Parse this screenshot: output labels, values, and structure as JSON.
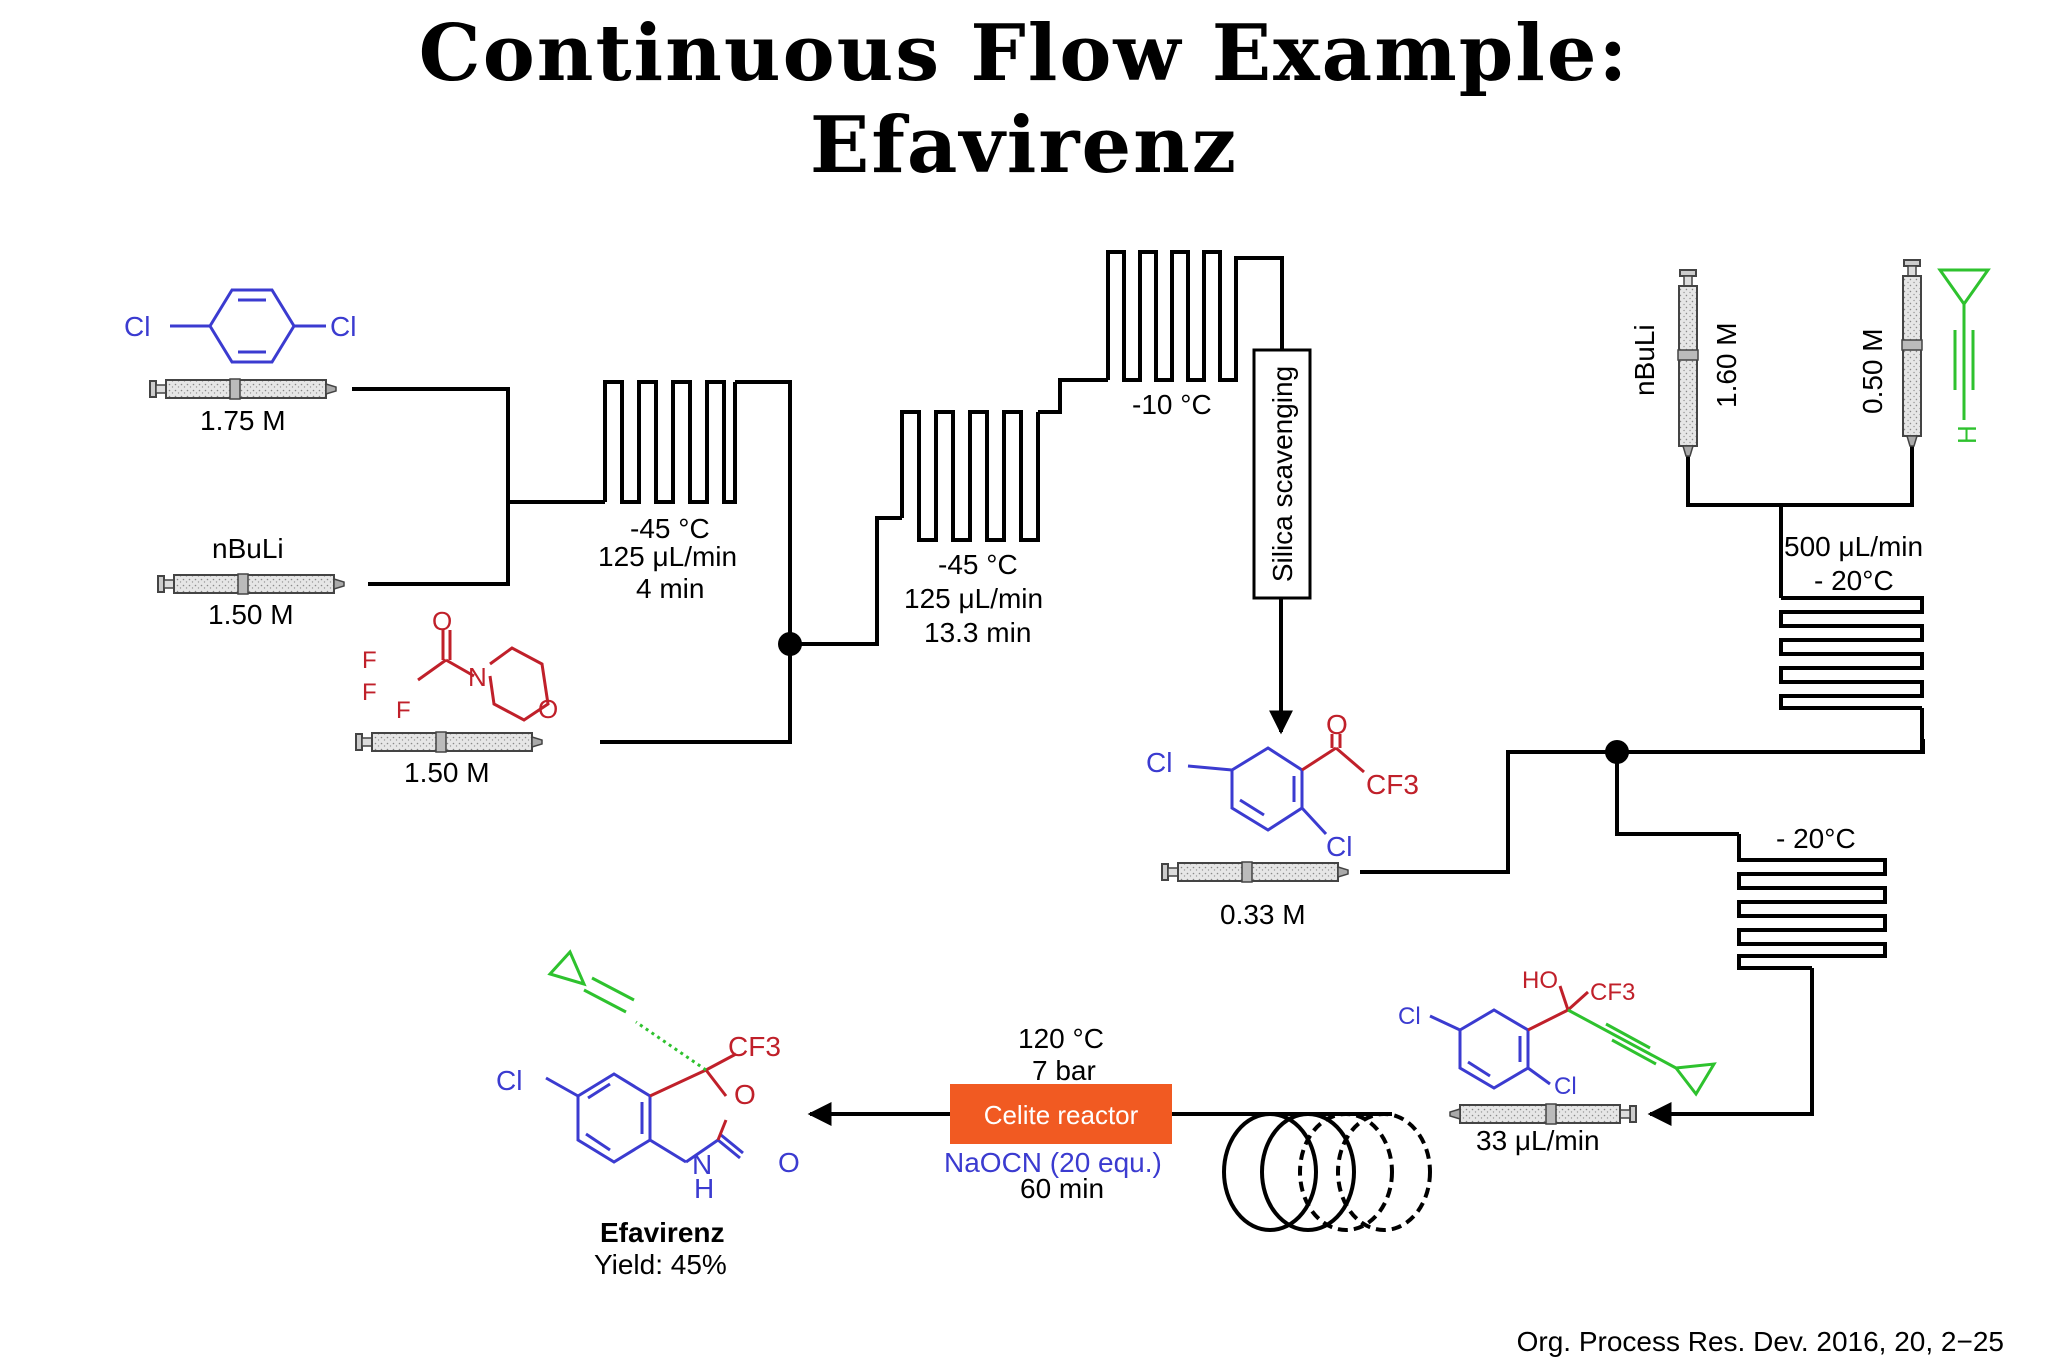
{
  "title_line1": "Continuous Flow Example:",
  "title_line2": "Efavirenz",
  "citation": "Org. Process Res. Dev. 2016, 20, 2−25",
  "feeds": {
    "dichlorobenzene": {
      "conc": "1.75 M",
      "atom_left": "Cl",
      "atom_right": "Cl"
    },
    "nbuli_1": {
      "reagent": "nBuLi",
      "conc": "1.50 M"
    },
    "morpholine_amide": {
      "conc": "1.50 M",
      "atom_O": "O",
      "atom_N": "N",
      "atom_O_ring": "O",
      "atom_F1": "F",
      "atom_F2": "F",
      "atom_F3": "F"
    },
    "nbuli_2": {
      "reagent": "nBuLi",
      "conc": "1.60 M"
    },
    "alkyne": {
      "conc": "0.50 M",
      "atom_H": "H"
    },
    "ketone": {
      "conc": "0.33 M",
      "atom_Cl1": "Cl",
      "atom_Cl2": "Cl",
      "atom_O": "O",
      "atom_CF3": "CF3"
    },
    "alcohol": {
      "rate": "33 μL/min",
      "atom_HO": "HO",
      "atom_CF3": "CF3",
      "atom_Cl1": "Cl",
      "atom_Cl2": "Cl"
    }
  },
  "reactors": {
    "r1": {
      "temp": "-45 °C",
      "rate": "125 μL/min",
      "time": "4 min"
    },
    "r2": {
      "temp": "-45 °C",
      "rate": "125 μL/min",
      "time": "13.3 min"
    },
    "r3": {
      "temp": "-10 °C"
    },
    "scavenger": "Silica scavenging",
    "r4": {
      "rate": "500 μL/min",
      "temp": "- 20°C"
    },
    "r5": {
      "temp": "- 20°C"
    },
    "celite": {
      "temp": "120 °C",
      "pressure": "7 bar",
      "label": "Celite reactor",
      "reagent": "NaOCN (20 equ.)",
      "time": "60 min"
    }
  },
  "product": {
    "name": "Efavirenz",
    "yield": "Yield: 45%",
    "atom_Cl": "Cl",
    "atom_CF3": "CF3",
    "atom_O": "O",
    "atom_N": "N",
    "atom_H": "H",
    "atom_O2": "O"
  },
  "colors": {
    "blue": "#3b3bd0",
    "red": "#c0202a",
    "green": "#2ec22e",
    "orange": "#f15a22",
    "line": "#000000"
  }
}
